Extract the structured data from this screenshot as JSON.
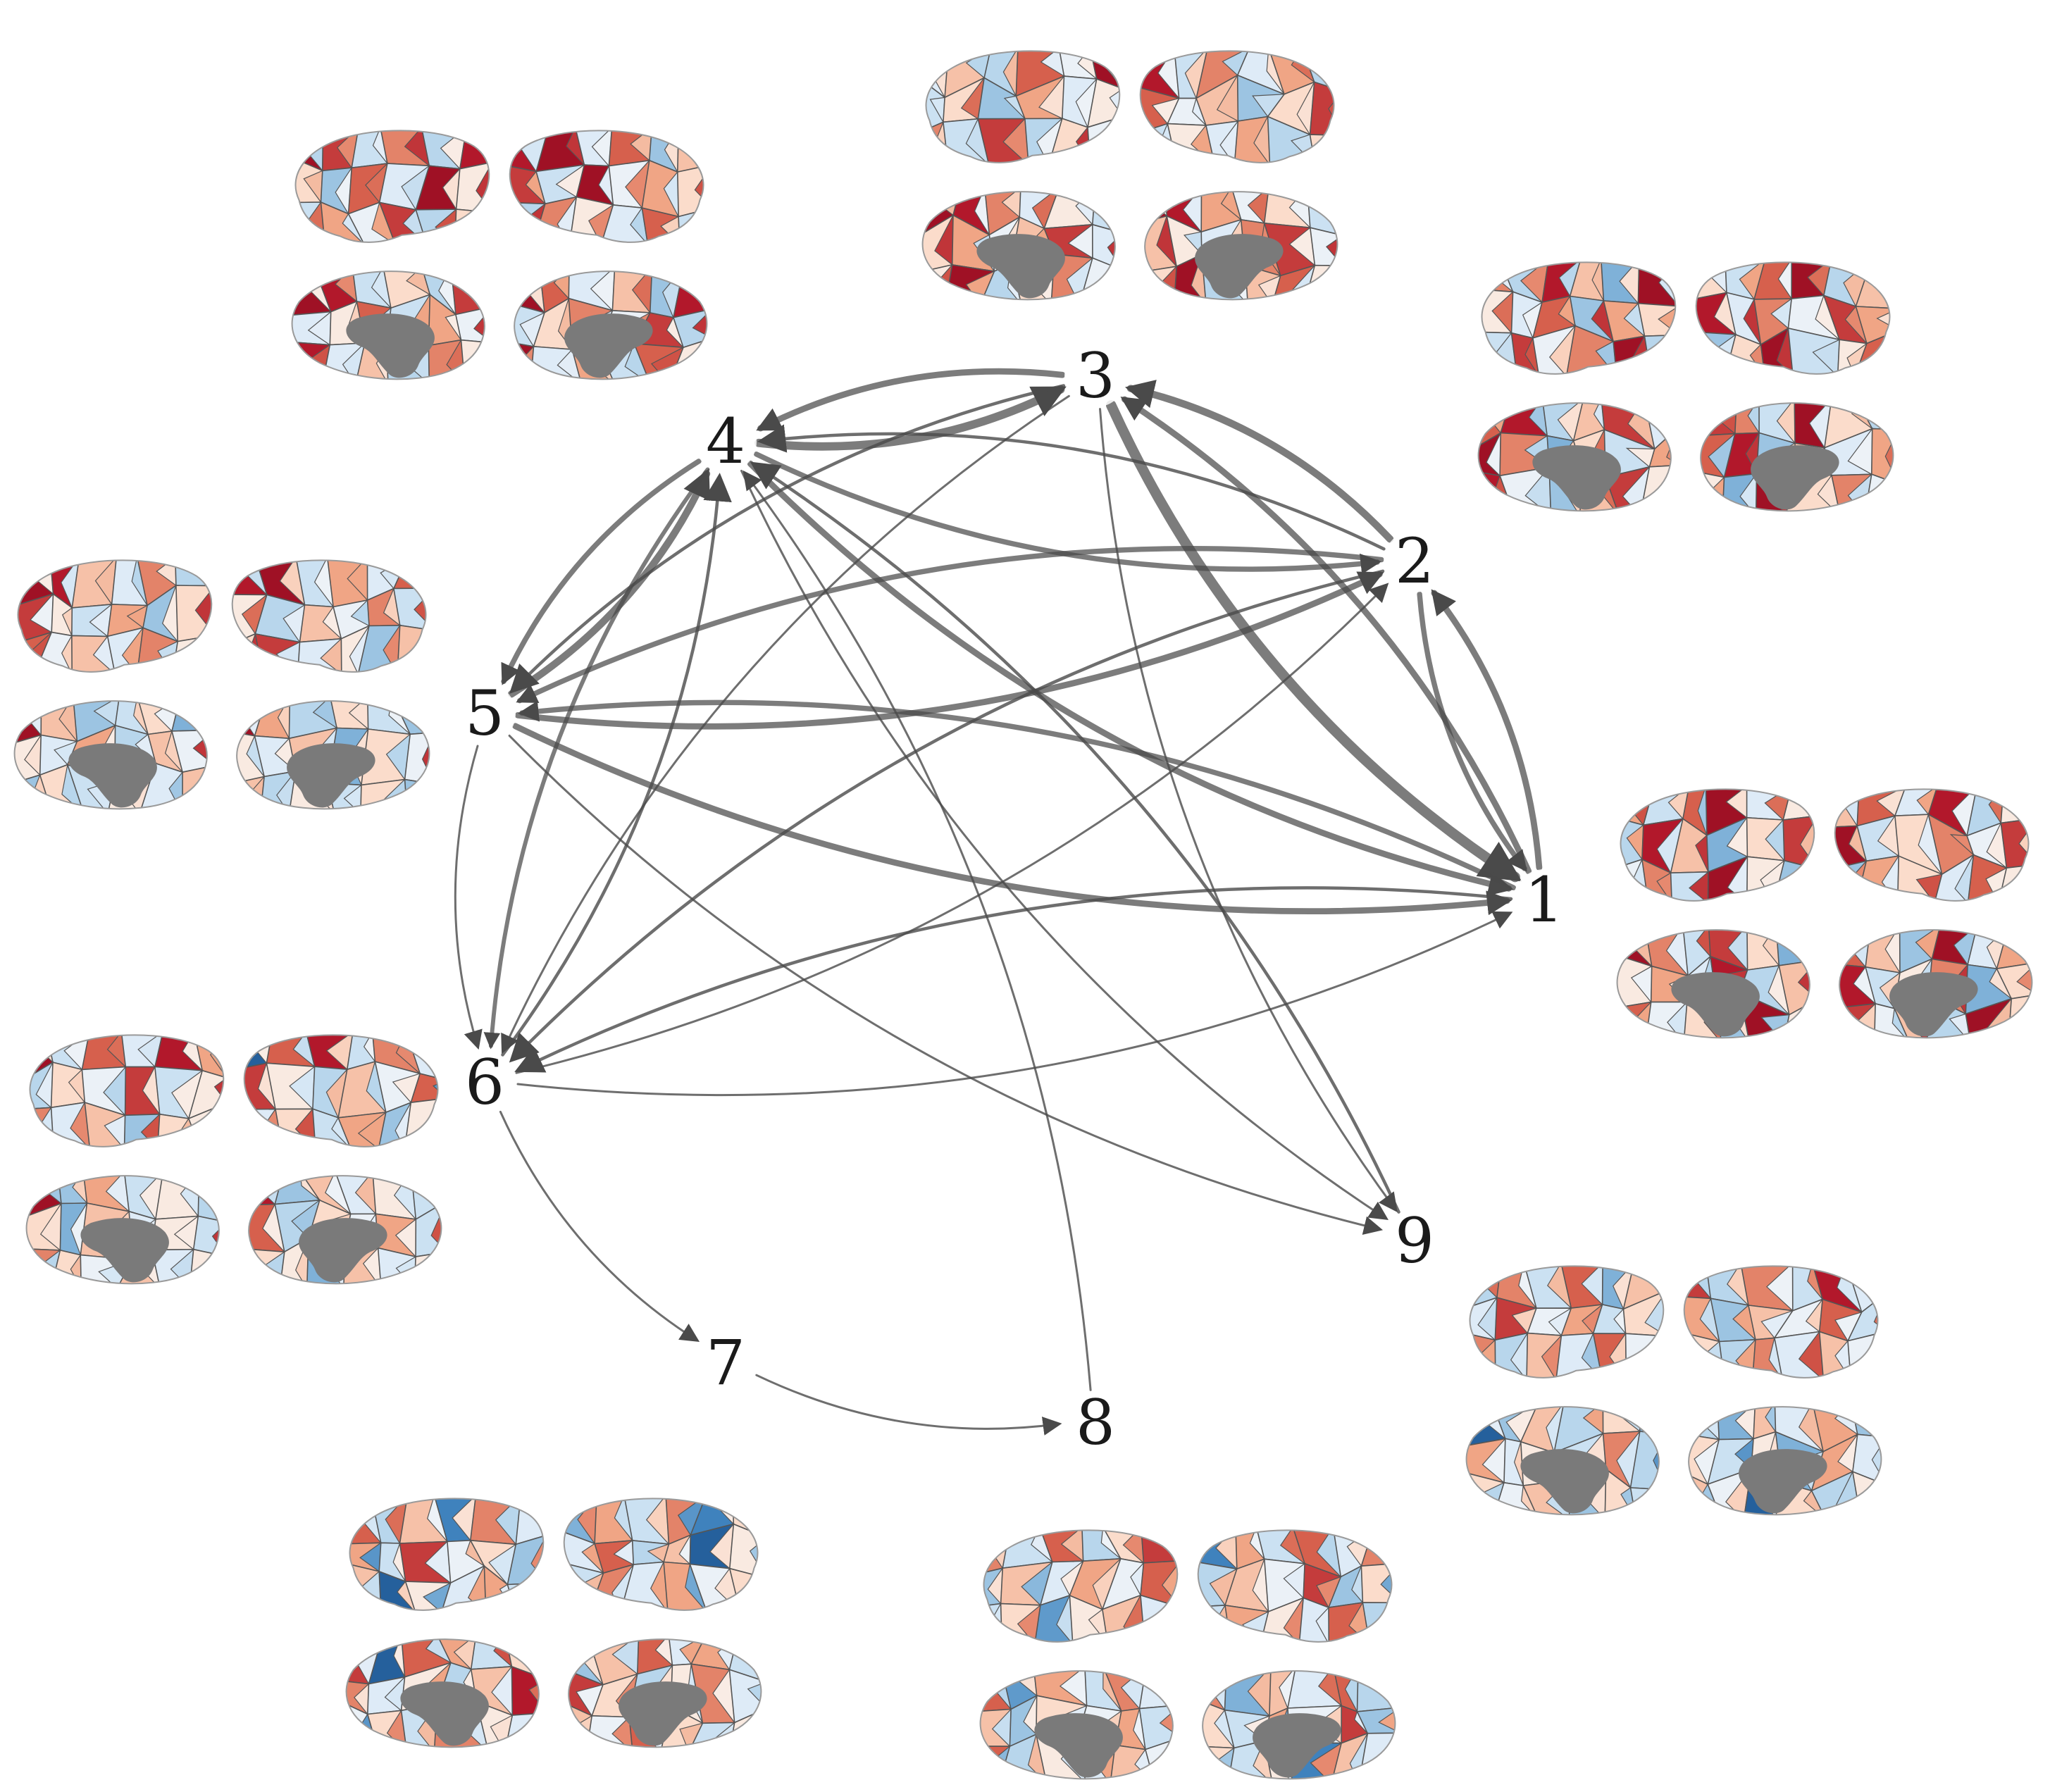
{
  "nodes": [
    {
      "id": "1",
      "label": "1"
    },
    {
      "id": "2",
      "label": "2"
    },
    {
      "id": "3",
      "label": "3"
    },
    {
      "id": "4",
      "label": "4"
    },
    {
      "id": "5",
      "label": "5"
    },
    {
      "id": "6",
      "label": "6"
    },
    {
      "id": "7",
      "label": "7"
    },
    {
      "id": "8",
      "label": "8"
    },
    {
      "id": "9",
      "label": "9"
    }
  ],
  "edges": [
    {
      "from": "3",
      "to": "4",
      "weight": 5
    },
    {
      "from": "4",
      "to": "3",
      "weight": 7
    },
    {
      "from": "2",
      "to": "4",
      "weight": 2
    },
    {
      "from": "2",
      "to": "3",
      "weight": 6
    },
    {
      "from": "1",
      "to": "3",
      "weight": 5
    },
    {
      "from": "1",
      "to": "2",
      "weight": 5
    },
    {
      "from": "2",
      "to": "1",
      "weight": 4
    },
    {
      "from": "3",
      "to": "1",
      "weight": 9
    },
    {
      "from": "4",
      "to": "1",
      "weight": 5
    },
    {
      "from": "4",
      "to": "5",
      "weight": 4
    },
    {
      "from": "5",
      "to": "4",
      "weight": 6
    },
    {
      "from": "5",
      "to": "2",
      "weight": 5
    },
    {
      "from": "4",
      "to": "2",
      "weight": 4
    },
    {
      "from": "2",
      "to": "5",
      "weight": 4
    },
    {
      "from": "5",
      "to": "1",
      "weight": 5
    },
    {
      "from": "1",
      "to": "5",
      "weight": 4
    },
    {
      "from": "3",
      "to": "5",
      "weight": 2
    },
    {
      "from": "4",
      "to": "6",
      "weight": 3
    },
    {
      "from": "6",
      "to": "4",
      "weight": 2
    },
    {
      "from": "3",
      "to": "6",
      "weight": 1
    },
    {
      "from": "2",
      "to": "6",
      "weight": 2
    },
    {
      "from": "6",
      "to": "2",
      "weight": 1
    },
    {
      "from": "1",
      "to": "6",
      "weight": 2
    },
    {
      "from": "6",
      "to": "1",
      "weight": 1
    },
    {
      "from": "5",
      "to": "6",
      "weight": 1
    },
    {
      "from": "6",
      "to": "7",
      "weight": 1
    },
    {
      "from": "7",
      "to": "8",
      "weight": 1
    },
    {
      "from": "8",
      "to": "4",
      "weight": 1
    },
    {
      "from": "4",
      "to": "9",
      "weight": 1
    },
    {
      "from": "9",
      "to": "4",
      "weight": 2
    },
    {
      "from": "3",
      "to": "9",
      "weight": 1
    },
    {
      "from": "5",
      "to": "9",
      "weight": 1
    }
  ],
  "brains": [
    {
      "node": "1",
      "views": [
        {
          "parcels": [
            0.4,
            -0.3,
            0.6,
            0.9,
            -0.2,
            0.1,
            -0.4,
            0.8,
            0.3,
            -0.6,
            0.2,
            0.7,
            -0.1,
            0.5,
            -0.3,
            0.9,
            0.1,
            -0.5
          ]
        },
        {
          "parcels": [
            0.3,
            0.6,
            -0.2,
            0.8,
            -0.4,
            0.1,
            0.9,
            -0.3,
            0.2,
            0.5,
            -0.1,
            0.7,
            -0.5,
            0.4,
            0.2,
            -0.2,
            0.6,
            0.1
          ]
        },
        {
          "parcels": [
            0.9,
            0.5,
            -0.3,
            0.7,
            0.2,
            -0.6,
            0.1,
            0.4,
            -0.2,
            0.8,
            -0.4,
            0.3,
            0.6,
            -0.1,
            0.2,
            -0.5,
            0.9,
            0.1
          ]
        },
        {
          "parcels": [
            0.6,
            0.3,
            -0.5,
            0.9,
            -0.2,
            0.4,
            0.8,
            -0.3,
            0.1,
            0.5,
            -0.6,
            0.2,
            0.7,
            -0.1,
            0.3,
            -0.4,
            0.9,
            0.2
          ]
        }
      ]
    },
    {
      "node": "2",
      "views": [
        {
          "parcels": [
            0.5,
            -0.4,
            0.8,
            0.3,
            -0.6,
            0.9,
            0.1,
            -0.2,
            0.6,
            -0.5,
            0.4,
            0.2,
            -0.3,
            0.7,
            -0.1,
            0.5,
            0.9,
            -0.4
          ]
        },
        {
          "parcels": [
            0.2,
            -0.3,
            0.6,
            0.9,
            -0.4,
            0.3,
            0.8,
            -0.2,
            0.5,
            -0.1,
            0.7,
            0.4,
            -0.5,
            0.2,
            0.9,
            -0.3,
            0.1,
            0.6
          ]
        },
        {
          "parcels": [
            0.6,
            0.8,
            -0.4,
            0.3,
            0.7,
            -0.2,
            0.9,
            0.5,
            -0.6,
            0.2,
            -0.3,
            0.4,
            0.8,
            -0.1,
            -0.5,
            0.3,
            0.7,
            0.1
          ]
        },
        {
          "parcels": [
            0.7,
            0.5,
            -0.3,
            0.9,
            0.2,
            -0.4,
            0.6,
            0.8,
            -0.5,
            0.3,
            -0.2,
            0.4,
            0.1,
            -0.6,
            0.9,
            0.2,
            0.5,
            -0.1
          ]
        }
      ]
    },
    {
      "node": "3",
      "views": [
        {
          "parcels": [
            -0.2,
            0.3,
            -0.4,
            0.6,
            -0.1,
            0.9,
            -0.3,
            0.2,
            -0.5,
            0.4,
            -0.2,
            0.1,
            0.5,
            -0.3,
            0.7,
            -0.4,
            0.2,
            -0.1
          ]
        },
        {
          "parcels": [
            0.8,
            -0.3,
            0.5,
            -0.2,
            0.4,
            -0.4,
            0.6,
            -0.1,
            0.3,
            -0.5,
            0.2,
            0.7,
            -0.3,
            0.1,
            -0.2,
            0.4,
            -0.4,
            0.2
          ]
        },
        {
          "parcels": [
            0.9,
            0.8,
            0.5,
            -0.2,
            0.1,
            -0.3,
            0.2,
            0.4,
            -0.1,
            0.3,
            0.7,
            -0.2,
            0.1,
            0.9,
            -0.4,
            0.2,
            0.5,
            -0.1
          ]
        },
        {
          "parcels": [
            0.9,
            0.8,
            0.4,
            -0.1,
            0.2,
            -0.3,
            0.3,
            0.1,
            -0.2,
            0.5,
            0.7,
            -0.1,
            0.2,
            0.9,
            -0.4,
            0.3,
            0.6,
            0.1
          ]
        }
      ]
    },
    {
      "node": "4",
      "views": [
        {
          "parcels": [
            0.9,
            0.7,
            -0.3,
            0.5,
            -0.4,
            0.8,
            0.2,
            -0.5,
            0.6,
            -0.2,
            0.9,
            0.1,
            -0.3,
            0.4,
            -0.1,
            0.7,
            -0.4,
            0.2
          ]
        },
        {
          "parcels": [
            0.8,
            0.9,
            -0.2,
            0.6,
            -0.5,
            0.3,
            0.7,
            -0.3,
            0.9,
            -0.1,
            0.4,
            0.2,
            -0.4,
            0.5,
            0.1,
            -0.2,
            0.6,
            -0.3
          ]
        },
        {
          "parcels": [
            0.9,
            0.8,
            -0.3,
            0.2,
            -0.4,
            0.7,
            -0.2,
            0.1,
            0.6,
            -0.3,
            0.4,
            -0.1,
            0.8,
            -0.2,
            0.3,
            -0.4,
            0.5,
            0.1
          ]
        },
        {
          "parcels": [
            0.9,
            0.6,
            -0.2,
            0.3,
            -0.5,
            0.8,
            -0.3,
            0.2,
            0.5,
            -0.1,
            0.7,
            -0.4,
            0.9,
            -0.2,
            0.4,
            -0.3,
            0.6,
            0.1
          ]
        }
      ]
    },
    {
      "node": "5",
      "views": [
        {
          "parcels": [
            0.9,
            0.8,
            0.3,
            -0.2,
            0.5,
            -0.4,
            0.7,
            0.1,
            -0.3,
            0.4,
            -0.5,
            0.2,
            0.6,
            -0.1,
            0.3,
            -0.2,
            0.5,
            0.1
          ]
        },
        {
          "parcels": [
            0.8,
            0.9,
            -0.3,
            0.4,
            -0.2,
            0.6,
            0.1,
            -0.4,
            0.3,
            -0.1,
            0.5,
            -0.3,
            0.2,
            0.7,
            -0.2,
            0.1,
            -0.5,
            0.3
          ]
        },
        {
          "parcels": [
            0.9,
            0.3,
            -0.5,
            -0.3,
            0.2,
            -0.6,
            0.1,
            -0.2,
            0.4,
            -0.4,
            0.3,
            -0.1,
            -0.5,
            0.2,
            -0.3,
            0.1,
            -0.2,
            0.3
          ]
        },
        {
          "parcels": [
            0.9,
            0.4,
            -0.4,
            0.2,
            -0.3,
            -0.5,
            0.1,
            -0.2,
            0.3,
            -0.6,
            0.2,
            -0.1,
            0.3,
            -0.4,
            0.1,
            -0.3,
            0.2,
            -0.5
          ]
        }
      ]
    },
    {
      "node": "6",
      "views": [
        {
          "parcels": [
            0.9,
            -0.3,
            0.6,
            -0.2,
            0.8,
            0.4,
            -0.4,
            0.2,
            -0.1,
            0.7,
            -0.3,
            0.1,
            0.5,
            -0.2,
            0.3,
            -0.5,
            0.2,
            0.1
          ]
        },
        {
          "parcels": [
            -0.9,
            0.6,
            0.8,
            -0.3,
            0.5,
            -0.2,
            0.7,
            0.1,
            -0.4,
            0.3,
            -0.1,
            0.6,
            -0.2,
            0.2,
            -0.3,
            0.4,
            -0.5,
            0.1
          ]
        },
        {
          "parcels": [
            0.9,
            -0.5,
            0.4,
            -0.3,
            0.1,
            -0.4,
            0.2,
            -0.6,
            0.3,
            -0.2,
            0.1,
            -0.3,
            0.5,
            0.2,
            -0.1,
            0.3,
            -0.2,
            0.1
          ]
        },
        {
          "parcels": [
            0.8,
            -0.5,
            0.3,
            -0.2,
            0.1,
            -0.3,
            0.6,
            -0.4,
            0.2,
            -0.1,
            0.4,
            -0.3,
            0.2,
            0.1,
            -0.6,
            0.3,
            -0.2,
            0.1
          ]
        }
      ]
    },
    {
      "node": "7",
      "views": [
        {
          "parcels": [
            0.6,
            -0.4,
            0.3,
            -0.8,
            0.5,
            -0.2,
            0.4,
            -0.3,
            0.7,
            -0.1,
            0.2,
            -0.5,
            0.3,
            -0.9,
            0.1,
            -0.2,
            0.4,
            -0.3
          ]
        },
        {
          "parcels": [
            -0.6,
            0.4,
            -0.3,
            0.5,
            -0.8,
            0.2,
            -0.2,
            0.6,
            -0.4,
            0.3,
            -0.9,
            0.1,
            -0.3,
            0.5,
            -0.2,
            0.4,
            -0.1,
            0.2
          ]
        },
        {
          "parcels": [
            0.7,
            -0.9,
            0.6,
            0.4,
            -0.3,
            0.2,
            0.5,
            -0.2,
            0.1,
            -0.4,
            0.3,
            0.8,
            -0.1,
            0.2,
            -0.3,
            0.5,
            0.1,
            -0.2
          ]
        },
        {
          "parcels": [
            -0.5,
            0.3,
            0.6,
            -0.2,
            0.4,
            -0.3,
            0.7,
            0.2,
            -0.4,
            0.1,
            0.5,
            -0.2,
            0.3,
            -0.1,
            0.6,
            0.2,
            -0.3,
            0.1
          ]
        }
      ]
    },
    {
      "node": "8",
      "views": [
        {
          "parcels": [
            0.5,
            -0.3,
            0.6,
            -0.4,
            0.2,
            0.7,
            -0.5,
            0.3,
            -0.2,
            0.4,
            -0.1,
            0.6,
            -0.3,
            0.2,
            -0.7,
            0.1,
            0.3,
            -0.2
          ]
        },
        {
          "parcels": [
            -0.8,
            0.4,
            -0.3,
            0.6,
            -0.2,
            0.5,
            -0.4,
            0.3,
            -0.1,
            0.7,
            -0.5,
            0.2,
            -0.3,
            0.4,
            0.1,
            -0.2,
            0.6,
            -0.4
          ]
        },
        {
          "parcels": [
            0.6,
            -0.7,
            0.4,
            -0.3,
            0.5,
            -0.2,
            0.3,
            -0.5,
            0.2,
            -0.1,
            0.4,
            -0.3,
            0.6,
            -0.4,
            0.1,
            -0.2,
            0.3,
            -0.1
          ]
        },
        {
          "parcels": [
            0.5,
            -0.6,
            0.3,
            -0.2,
            0.6,
            -0.4,
            0.2,
            -0.3,
            0.4,
            -0.1,
            0.7,
            -0.5,
            0.2,
            -0.3,
            0.1,
            -0.8,
            0.3,
            -0.2
          ]
        }
      ]
    },
    {
      "node": "9",
      "views": [
        {
          "parcels": [
            -0.4,
            0.5,
            -0.3,
            0.6,
            -0.6,
            0.3,
            -0.2,
            0.7,
            -0.1,
            0.4,
            -0.3,
            0.2,
            0.5,
            -0.4,
            0.3,
            -0.2,
            0.6,
            -0.1
          ]
        },
        {
          "parcels": [
            0.7,
            -0.4,
            0.5,
            -0.3,
            0.8,
            -0.2,
            0.4,
            -0.5,
            0.3,
            -0.1,
            0.6,
            -0.3,
            0.2,
            -0.4,
            0.5,
            -0.2,
            0.3,
            -0.1
          ]
        },
        {
          "parcels": [
            -0.9,
            -0.5,
            0.3,
            -0.4,
            0.2,
            -0.6,
            0.4,
            -0.2,
            0.1,
            -0.3,
            0.5,
            -0.4,
            0.2,
            -0.1,
            0.3,
            -0.5,
            0.2,
            -0.3
          ]
        },
        {
          "parcels": [
            -0.4,
            -0.6,
            0.3,
            -0.2,
            0.4,
            -0.5,
            0.2,
            -0.3,
            0.1,
            -0.6,
            0.4,
            -0.2,
            0.3,
            -0.1,
            -0.9,
            0.2,
            -0.4,
            0.1
          ]
        }
      ]
    }
  ],
  "colors": {
    "edge": "#4a4a4a",
    "node_text": "#1a1a1a",
    "medial_wall": "#7a7a7a",
    "parcel_border": "#555555",
    "brain_outline": "#9a9a9a",
    "positive_max": "#8b0a1f",
    "negative_max": "#0b3d7a",
    "neutral": "#f7f7f7"
  }
}
